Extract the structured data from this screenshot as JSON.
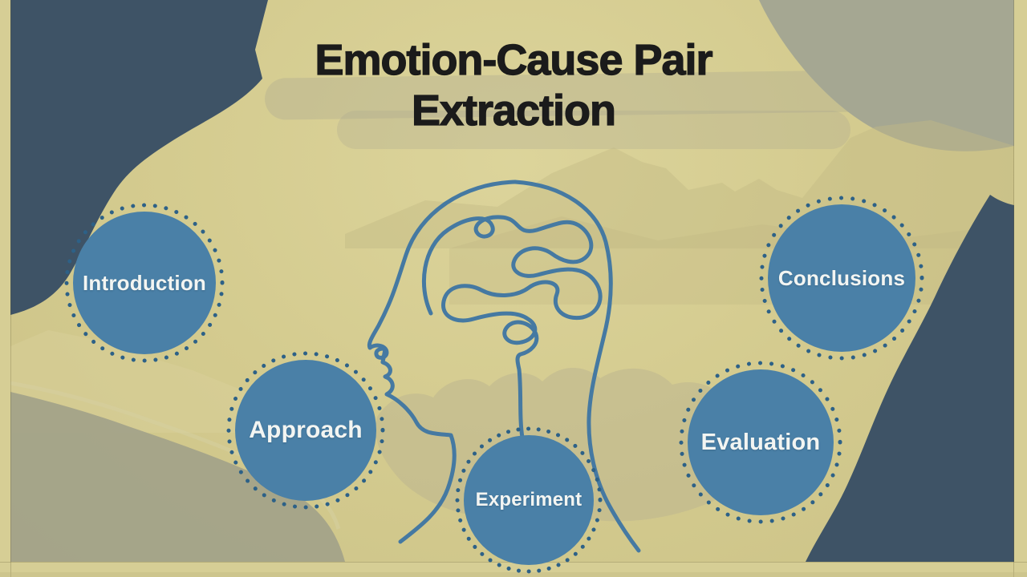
{
  "slide": {
    "title": {
      "lines": [
        "Emotion-Cause Pair",
        "Extraction"
      ]
    },
    "topics": [
      {
        "id": "introduction",
        "label": "Introduction"
      },
      {
        "id": "approach",
        "label": "Approach"
      },
      {
        "id": "experiment",
        "label": "Experiment"
      },
      {
        "id": "evaluation",
        "label": "Evaluation"
      },
      {
        "id": "conclusions",
        "label": "Conclusions"
      }
    ],
    "illustration": "line-art head profile with tangled thought scribble",
    "colors": {
      "background": "#d4cb8f",
      "corner_shapes": "#3e5366",
      "topic_fill": "#4a80a7",
      "topic_dots": "#2d6187",
      "line_art": "#4579a2",
      "title_text": "#1b1b1b",
      "label_text": "#f3f5f2"
    }
  }
}
